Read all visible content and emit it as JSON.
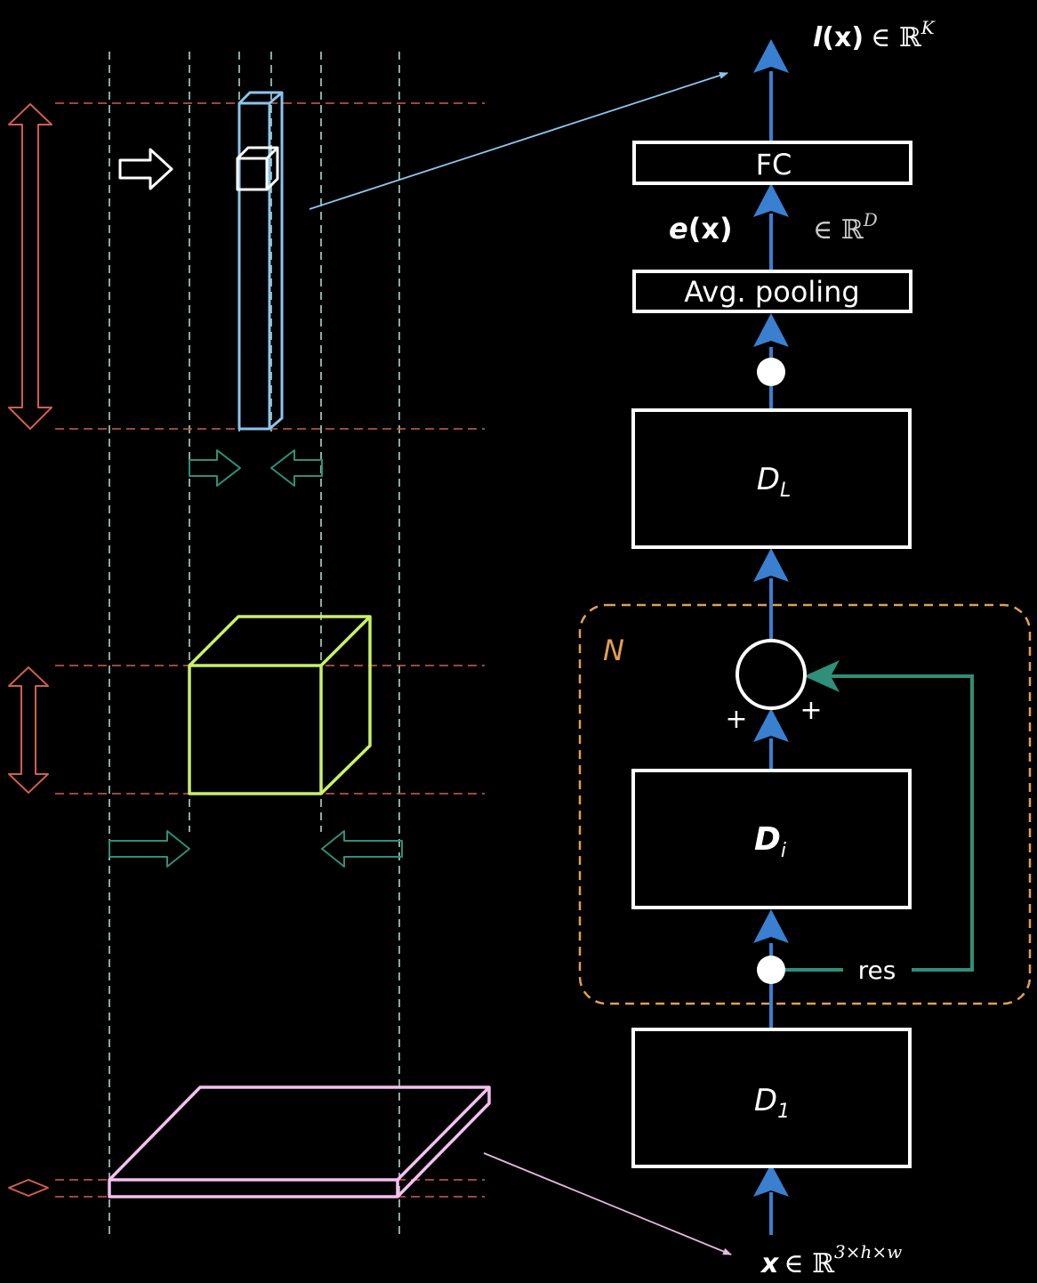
{
  "colors": {
    "background": "#000000",
    "stroke": "#ffffff",
    "flow_arrow": "#3a7fd0",
    "residual": "#2f8f78",
    "group_border": "#e0a050",
    "height_guides": "#d0604a",
    "width_guides": "#a8d8c8",
    "feature_top": "#8cc4ec",
    "feature_mid": "#c8f06a",
    "feature_bottom": "#f4c0f0",
    "projection_top": "#8cc4ec",
    "projection_bottom": "#e8b8e0"
  },
  "network": {
    "output": {
      "symbol": "l",
      "arg": "(x)",
      "space": "∈ ℝ",
      "exponent": "K"
    },
    "fc_label": "FC",
    "embedding": {
      "symbol": "e",
      "arg": "(x)",
      "space": "∈ ℝ",
      "exponent": "D"
    },
    "pool_label": "Avg. pooling",
    "block_last": {
      "base": "D",
      "sub": "L"
    },
    "block_mid": {
      "base": "D",
      "sub": "i"
    },
    "block_first": {
      "base": "D",
      "sub": "1"
    },
    "group_label": "N",
    "plus_left": "+",
    "plus_right": "+",
    "res_label": "res",
    "input": {
      "symbol": "x",
      "space": "∈ ℝ",
      "exponent": "3×h×w"
    }
  }
}
